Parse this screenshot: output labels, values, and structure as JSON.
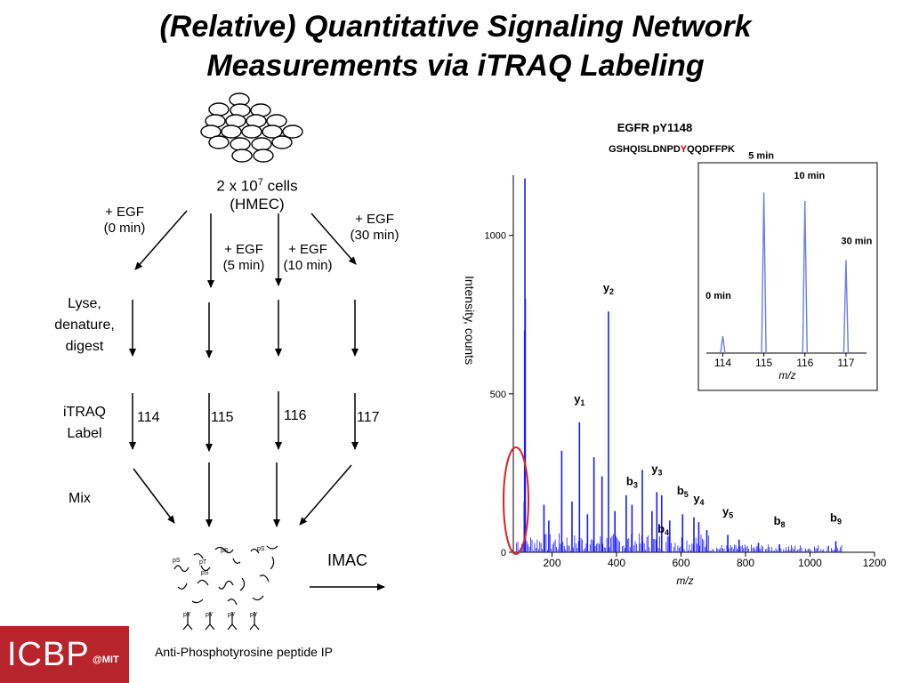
{
  "slide": {
    "title_line1": "(Relative) Quantitative Signaling Network",
    "title_line2": "Measurements via iTRAQ Labeling"
  },
  "workflow": {
    "cells_label_a": "2 x 10",
    "cells_label_exp": "7",
    "cells_label_b": " cells",
    "cells_label_line2": "(HMEC)",
    "treatments": [
      {
        "line1": "+ EGF",
        "line2": "(0 min)"
      },
      {
        "line1": "+ EGF",
        "line2": "(5 min)"
      },
      {
        "line1": "+ EGF",
        "line2": "(10 min)"
      },
      {
        "line1": "+ EGF",
        "line2": "(30 min)"
      }
    ],
    "step_lyse": [
      "Lyse,",
      "denature,",
      "digest"
    ],
    "step_itraq": [
      "iTRAQ",
      "Label"
    ],
    "labels": [
      "114",
      "115",
      "116",
      "117"
    ],
    "step_mix": "Mix",
    "imac": "IMAC",
    "peptide_marks": [
      "pS",
      "pT",
      "pS",
      "pS",
      "pS",
      "pY",
      "pY",
      "pY",
      "pY"
    ],
    "ip_caption": "Anti-Phosphotyrosine peptide IP"
  },
  "logo": {
    "text": "ICBP",
    "sub": "@MIT"
  },
  "chart_data": [
    {
      "type": "spectrum",
      "title": "EGFR pY1148",
      "sequence_prefix": "GSHQISLDNPD",
      "sequence_highlight": "Y",
      "sequence_suffix": "QQDFFPK",
      "highlight_color": "#d40000",
      "xlabel": "m/z",
      "ylabel": "Intensity, counts",
      "xlim": [
        80,
        1200
      ],
      "ylim": [
        0,
        1190
      ],
      "xticks": [
        200,
        400,
        600,
        800,
        1000,
        1200
      ],
      "yticks": [
        0,
        500,
        1000
      ],
      "line_color": "#1a1aff",
      "peaks": [
        {
          "x": 114,
          "y": 160
        },
        {
          "x": 115,
          "y": 700
        },
        {
          "x": 116,
          "y": 1180
        },
        {
          "x": 117,
          "y": 800
        },
        {
          "x": 175,
          "y": 150
        },
        {
          "x": 190,
          "y": 100
        },
        {
          "x": 230,
          "y": 320
        },
        {
          "x": 262,
          "y": 160
        },
        {
          "x": 285,
          "y": 410
        },
        {
          "x": 310,
          "y": 120
        },
        {
          "x": 330,
          "y": 300
        },
        {
          "x": 355,
          "y": 240
        },
        {
          "x": 375,
          "y": 760
        },
        {
          "x": 395,
          "y": 130
        },
        {
          "x": 430,
          "y": 180
        },
        {
          "x": 448,
          "y": 150
        },
        {
          "x": 480,
          "y": 260
        },
        {
          "x": 510,
          "y": 130
        },
        {
          "x": 525,
          "y": 190
        },
        {
          "x": 540,
          "y": 180
        },
        {
          "x": 565,
          "y": 100
        },
        {
          "x": 605,
          "y": 120
        },
        {
          "x": 640,
          "y": 110
        },
        {
          "x": 655,
          "y": 95
        },
        {
          "x": 680,
          "y": 70
        },
        {
          "x": 745,
          "y": 55
        },
        {
          "x": 780,
          "y": 40
        },
        {
          "x": 840,
          "y": 30
        },
        {
          "x": 905,
          "y": 25
        },
        {
          "x": 1080,
          "y": 35
        }
      ],
      "ion_labels": [
        {
          "ion": "y",
          "n": "2",
          "x": 375
        },
        {
          "ion": "y",
          "n": "1",
          "x": 285
        },
        {
          "ion": "y",
          "n": "3",
          "x": 525
        },
        {
          "ion": "b",
          "n": "4",
          "x": 545
        },
        {
          "ion": "b",
          "n": "3",
          "x": 448
        },
        {
          "ion": "b",
          "n": "5",
          "x": 605
        },
        {
          "ion": "y",
          "n": "4",
          "x": 655
        },
        {
          "ion": "y",
          "n": "5",
          "x": 745
        },
        {
          "ion": "b",
          "n": "8",
          "x": 905
        },
        {
          "ion": "b",
          "n": "9",
          "x": 1080
        }
      ]
    },
    {
      "type": "spectrum",
      "title": "",
      "xlabel": "m/z",
      "xlim": [
        113.6,
        117.5
      ],
      "ylim": [
        0,
        1
      ],
      "xticks": [
        114,
        115,
        116,
        117
      ],
      "line_color": "#6a7de8",
      "peaks": [
        {
          "x": 114,
          "y": 0.1
        },
        {
          "x": 115,
          "y": 0.95
        },
        {
          "x": 116,
          "y": 0.9
        },
        {
          "x": 117,
          "y": 0.55
        }
      ],
      "peak_labels": [
        {
          "text": "0 min",
          "x": 114
        },
        {
          "text": "5 min",
          "x": 115
        },
        {
          "text": "10 min",
          "x": 116
        },
        {
          "text": "30 min",
          "x": 117
        }
      ]
    }
  ]
}
